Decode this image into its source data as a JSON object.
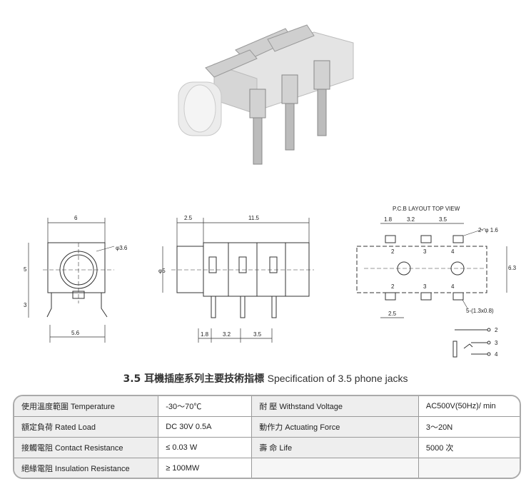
{
  "drawing": {
    "front_view": {
      "width": "6",
      "height": "5",
      "lead": "3",
      "pitch": "5.6",
      "bore": "φ3.6"
    },
    "side_view": {
      "offset": "2.5",
      "length": "11.5",
      "diameter": "φ5",
      "pin_a": "1.8",
      "pin_b": "3.2",
      "pin_c": "3.5"
    },
    "pcb_view": {
      "title": "P.C.B LAYOUT    TOP VIEW",
      "dim_a": "1.8",
      "dim_b": "3.2",
      "dim_c": "3.5",
      "hole_label": "2- φ 1.6",
      "height": "6.3",
      "slot_label": "5-(1.3x0.8)",
      "offset": "2.5",
      "pad_top_1": "2",
      "pad_top_2": "3",
      "pad_top_3": "4",
      "pad_bottom_1": "2",
      "pad_bottom_2": "3",
      "pad_bottom_3": "4"
    },
    "schematic": {
      "pin_2": "2",
      "pin_3": "3",
      "pin_4": "4"
    }
  },
  "caption": {
    "zh": "3.5 耳機插座系列主要技術指標",
    "en": "Specification of 3.5 phone jacks"
  },
  "spec_table": {
    "rows": [
      {
        "label1": "使用溫度範圍 Temperature",
        "value1": "-30～70℃",
        "label2": "耐  壓  Withstand Voltage",
        "value2": "AC500V(50Hz)/ min"
      },
      {
        "label1": "額定負荷  Rated Load",
        "value1": "DC  30V  0.5A",
        "label2": "動作力  Actuating Force",
        "value2": "3～20N"
      },
      {
        "label1": "接觸電阻  Contact Resistance",
        "value1": "≤ 0.03 W",
        "label2": "壽  命  Life",
        "value2": "5000 次"
      },
      {
        "label1": "絕緣電阻  Insulation Resistance",
        "value1": "≥ 100MW",
        "label2": "",
        "value2": ""
      }
    ]
  }
}
